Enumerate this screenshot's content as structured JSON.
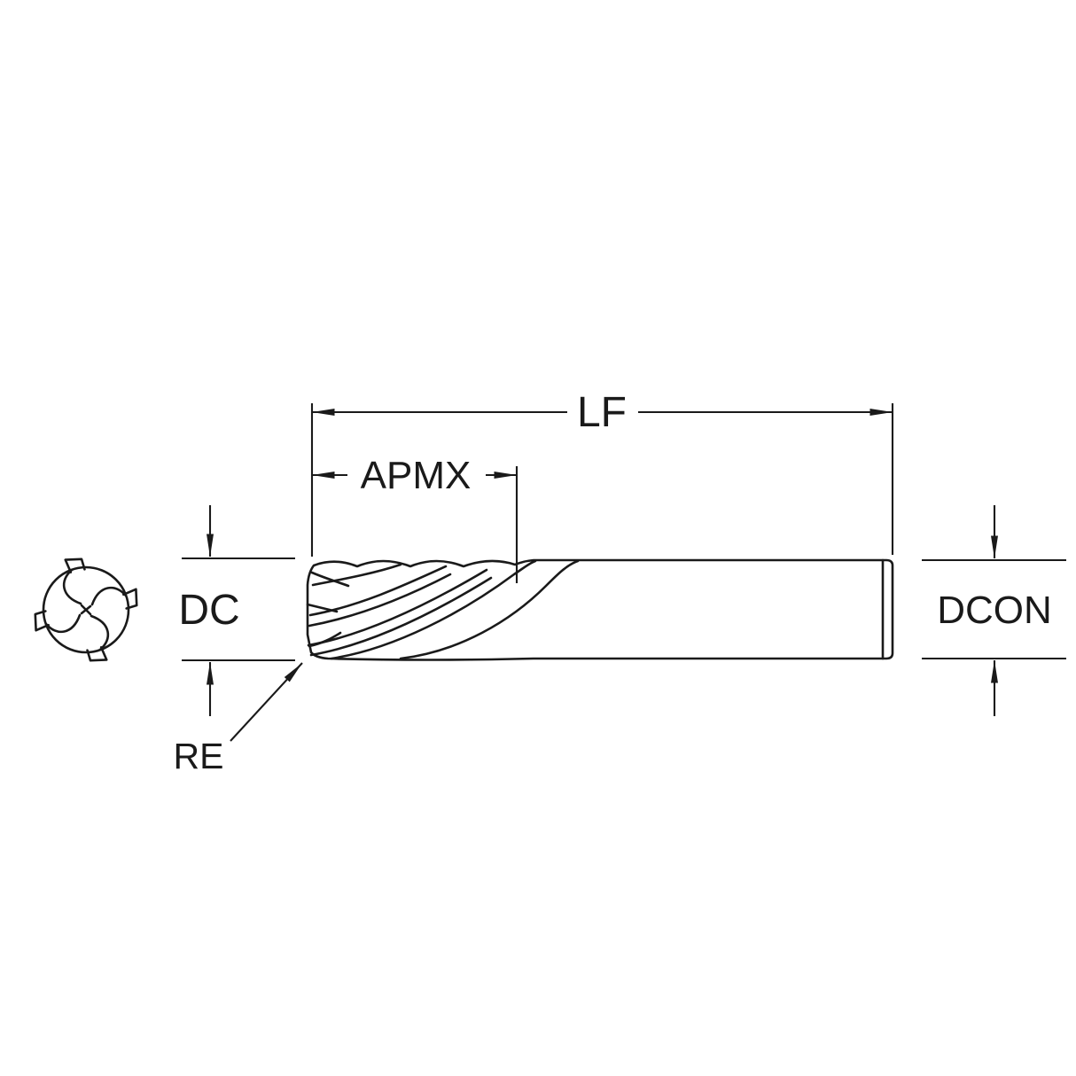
{
  "page": {
    "background": "#ffffff"
  },
  "diagram": {
    "line_color": "#1a1a1a",
    "labels": {
      "lf": "LF",
      "apmx": "APMX",
      "dc": "DC",
      "dcon": "DCON",
      "re": "RE"
    }
  }
}
